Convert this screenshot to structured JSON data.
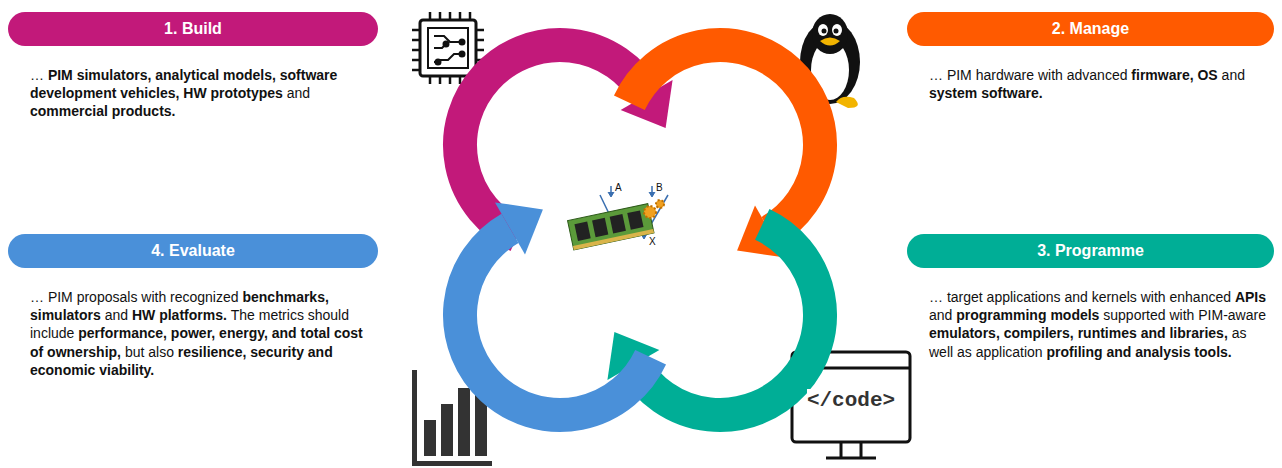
{
  "diagram": {
    "nodes": [
      {
        "text": [
          "1. Build",
          "… PIM simulators, analytical models, software development vehicles, HW prototypes and commercial products."
        ]
      },
      {
        "text": [
          "2. Manage",
          "… PIM hardware with advanced firmware, OS and system software."
        ]
      },
      {
        "text": [
          "4. Evaluate",
          "… PIM proposals with recognized benchmarks, simulators and HW platforms. The metrics should include performance, power, energy, and total cost of ownership, but also resilience, security and economic viability."
        ]
      },
      {
        "text": [
          "3. Programme",
          "… target applications and kernels with enhanced APIs and programming models supported with PIM-aware emulators, compilers, runtimes and libraries, as well as application profiling and analysis tools."
        ]
      }
    ],
    "labels": [
      "A",
      "B",
      "X",
      "</code>"
    ]
  }
}
